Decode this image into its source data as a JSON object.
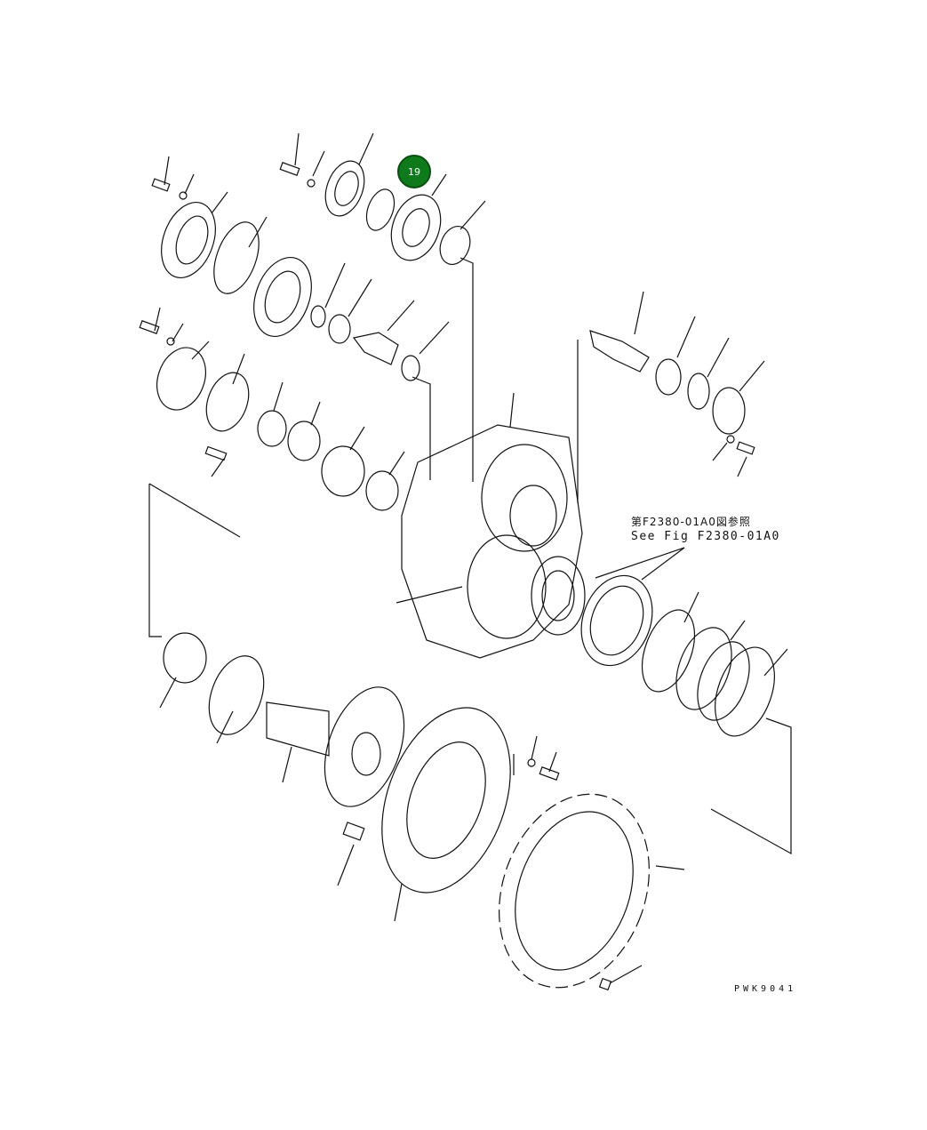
{
  "diagram": {
    "type": "exploded-parts-diagram",
    "subject": "final drive / sprocket assembly",
    "reference_note": {
      "japanese": "第F2380-01A0図参照",
      "english": "See Fig F2380-01A0"
    },
    "drawing_code": "PWK9041",
    "highlighted_callout": {
      "label": "19",
      "color": "#0f7a1b"
    },
    "line_color": "#111111",
    "background": "#ffffff"
  }
}
